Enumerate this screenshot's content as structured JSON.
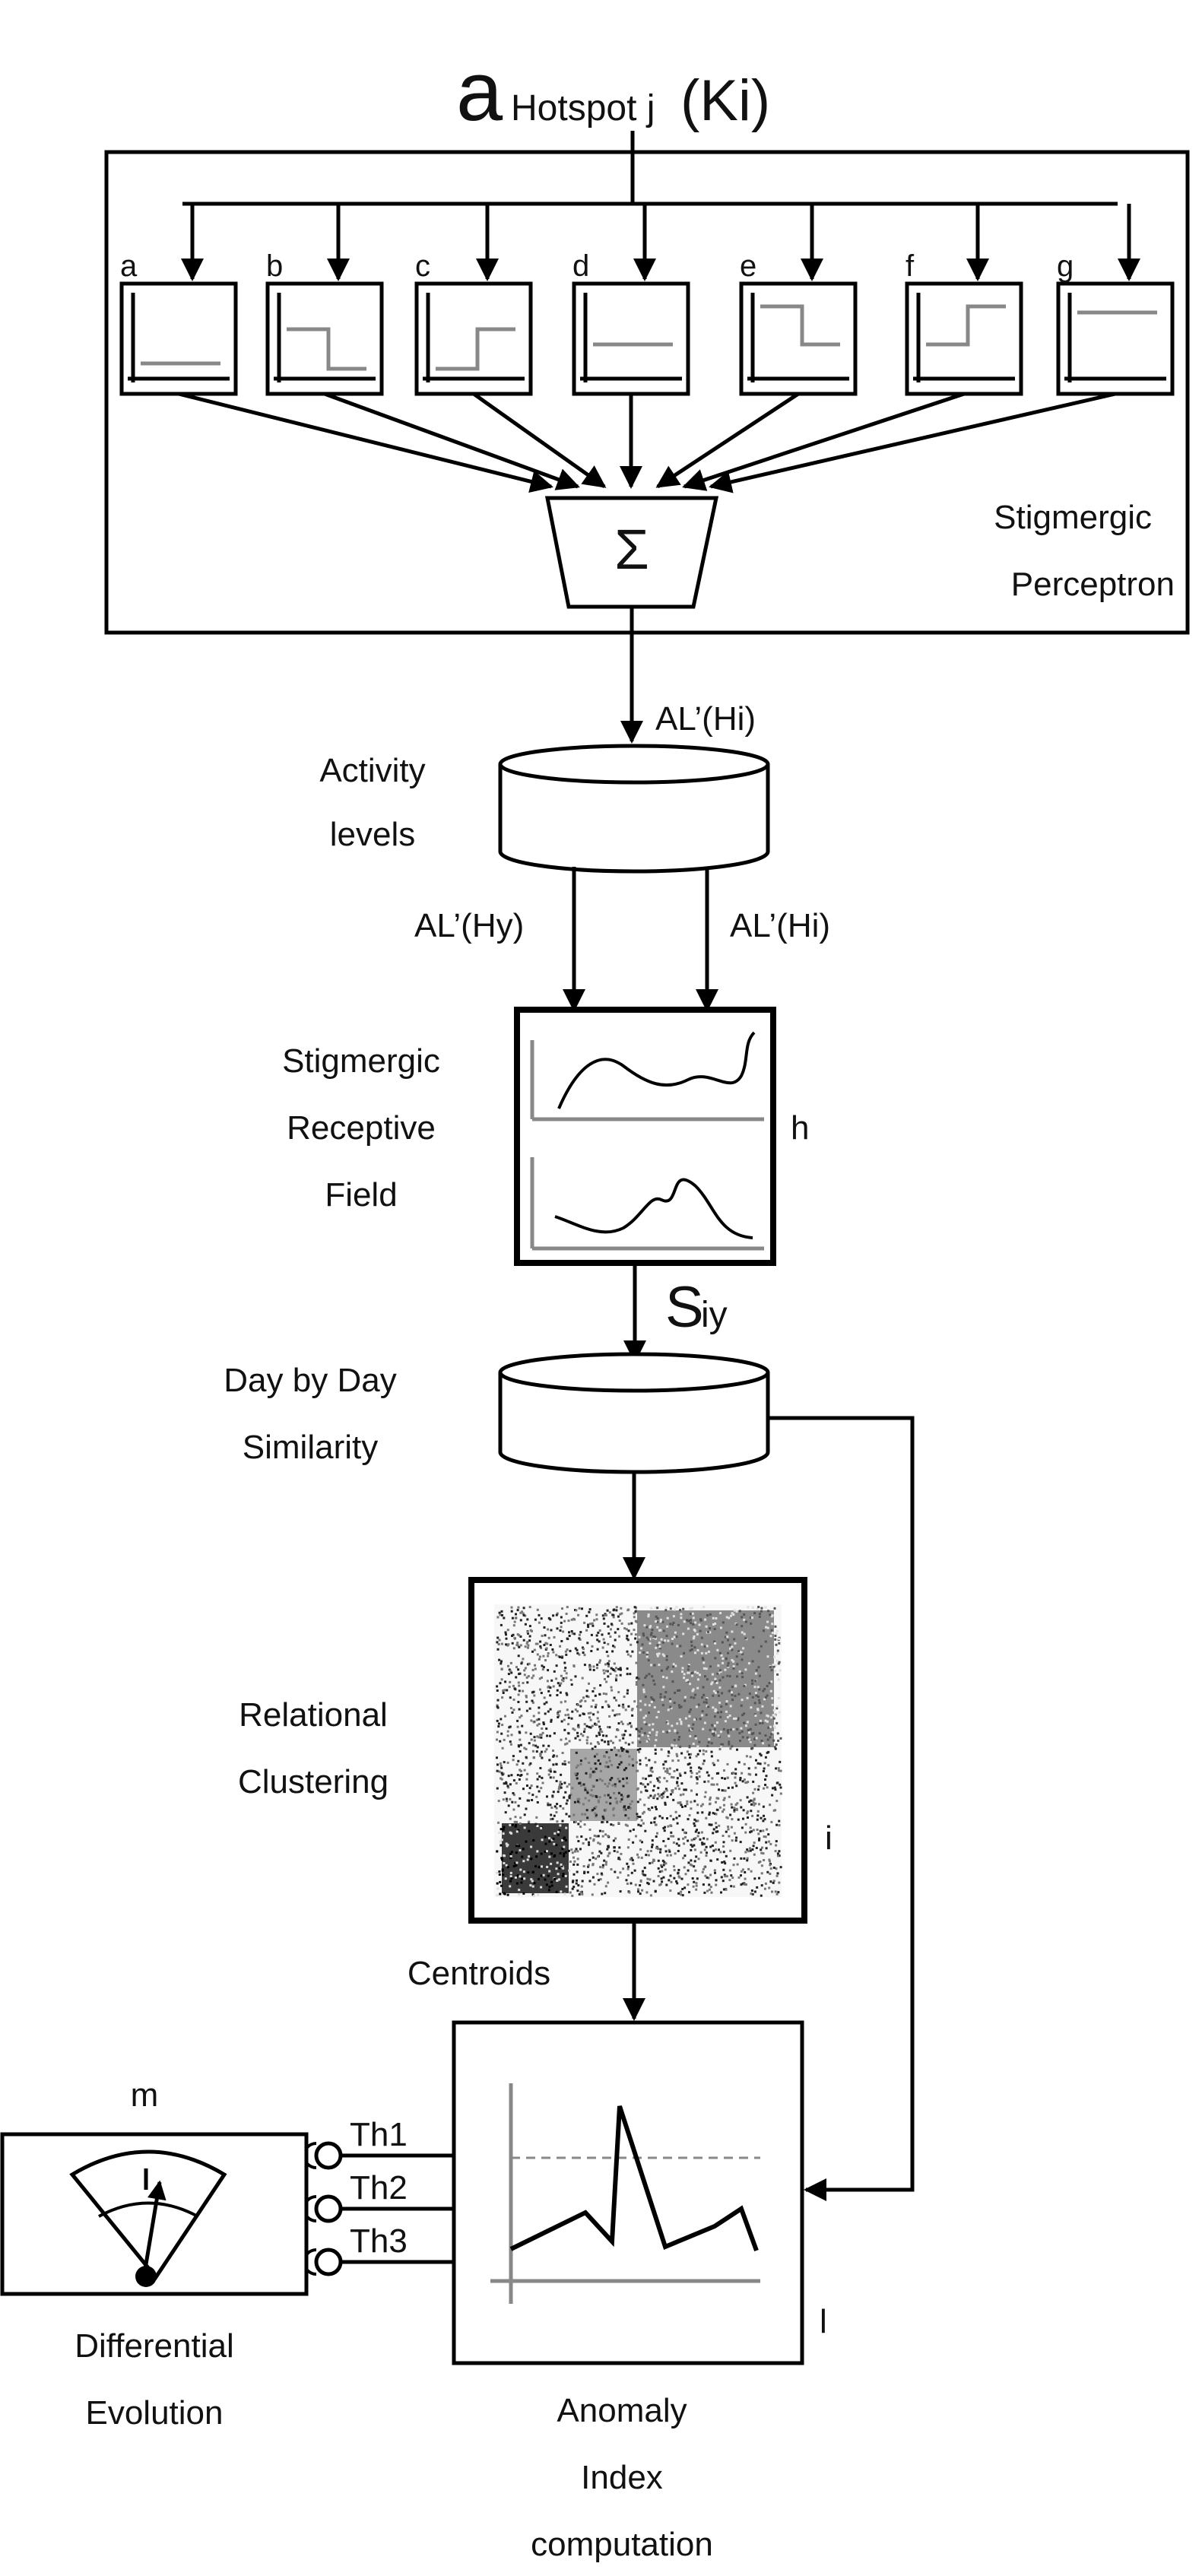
{
  "input": {
    "a": "a",
    "sub": "Hotspot j",
    "arg": "(Ki)"
  },
  "perceptron": {
    "filters": [
      "a",
      "b",
      "c",
      "d",
      "e",
      "f",
      "g"
    ],
    "sum_symbol": "Σ",
    "title_line1": "Stigmergic",
    "title_line2": "Perceptron"
  },
  "activity": {
    "al_hi_top": "AL’(Hi)",
    "title_line1": "Activity",
    "title_line2": "levels",
    "al_hy": "AL’(Hy)",
    "al_hi": "AL’(Hi)"
  },
  "receptive": {
    "title_line1": "Stigmergic",
    "title_line2": "Receptive",
    "title_line3": "Field",
    "tag": "h"
  },
  "similarity": {
    "s": "S",
    "sub": "iy",
    "title_line1": "Day by Day",
    "title_line2": "Similarity"
  },
  "clustering": {
    "title_line1": "Relational",
    "title_line2": "Clustering",
    "tag": "i"
  },
  "centroids": {
    "label": "Centroids"
  },
  "anomaly": {
    "tag": "l",
    "title_line1": "Anomaly",
    "title_line2": "Index",
    "title_line3": "computation"
  },
  "thresholds": [
    "Th1",
    "Th2",
    "Th3"
  ],
  "evolution": {
    "tag": "m",
    "title_line1": "Differential",
    "title_line2": "Evolution"
  }
}
